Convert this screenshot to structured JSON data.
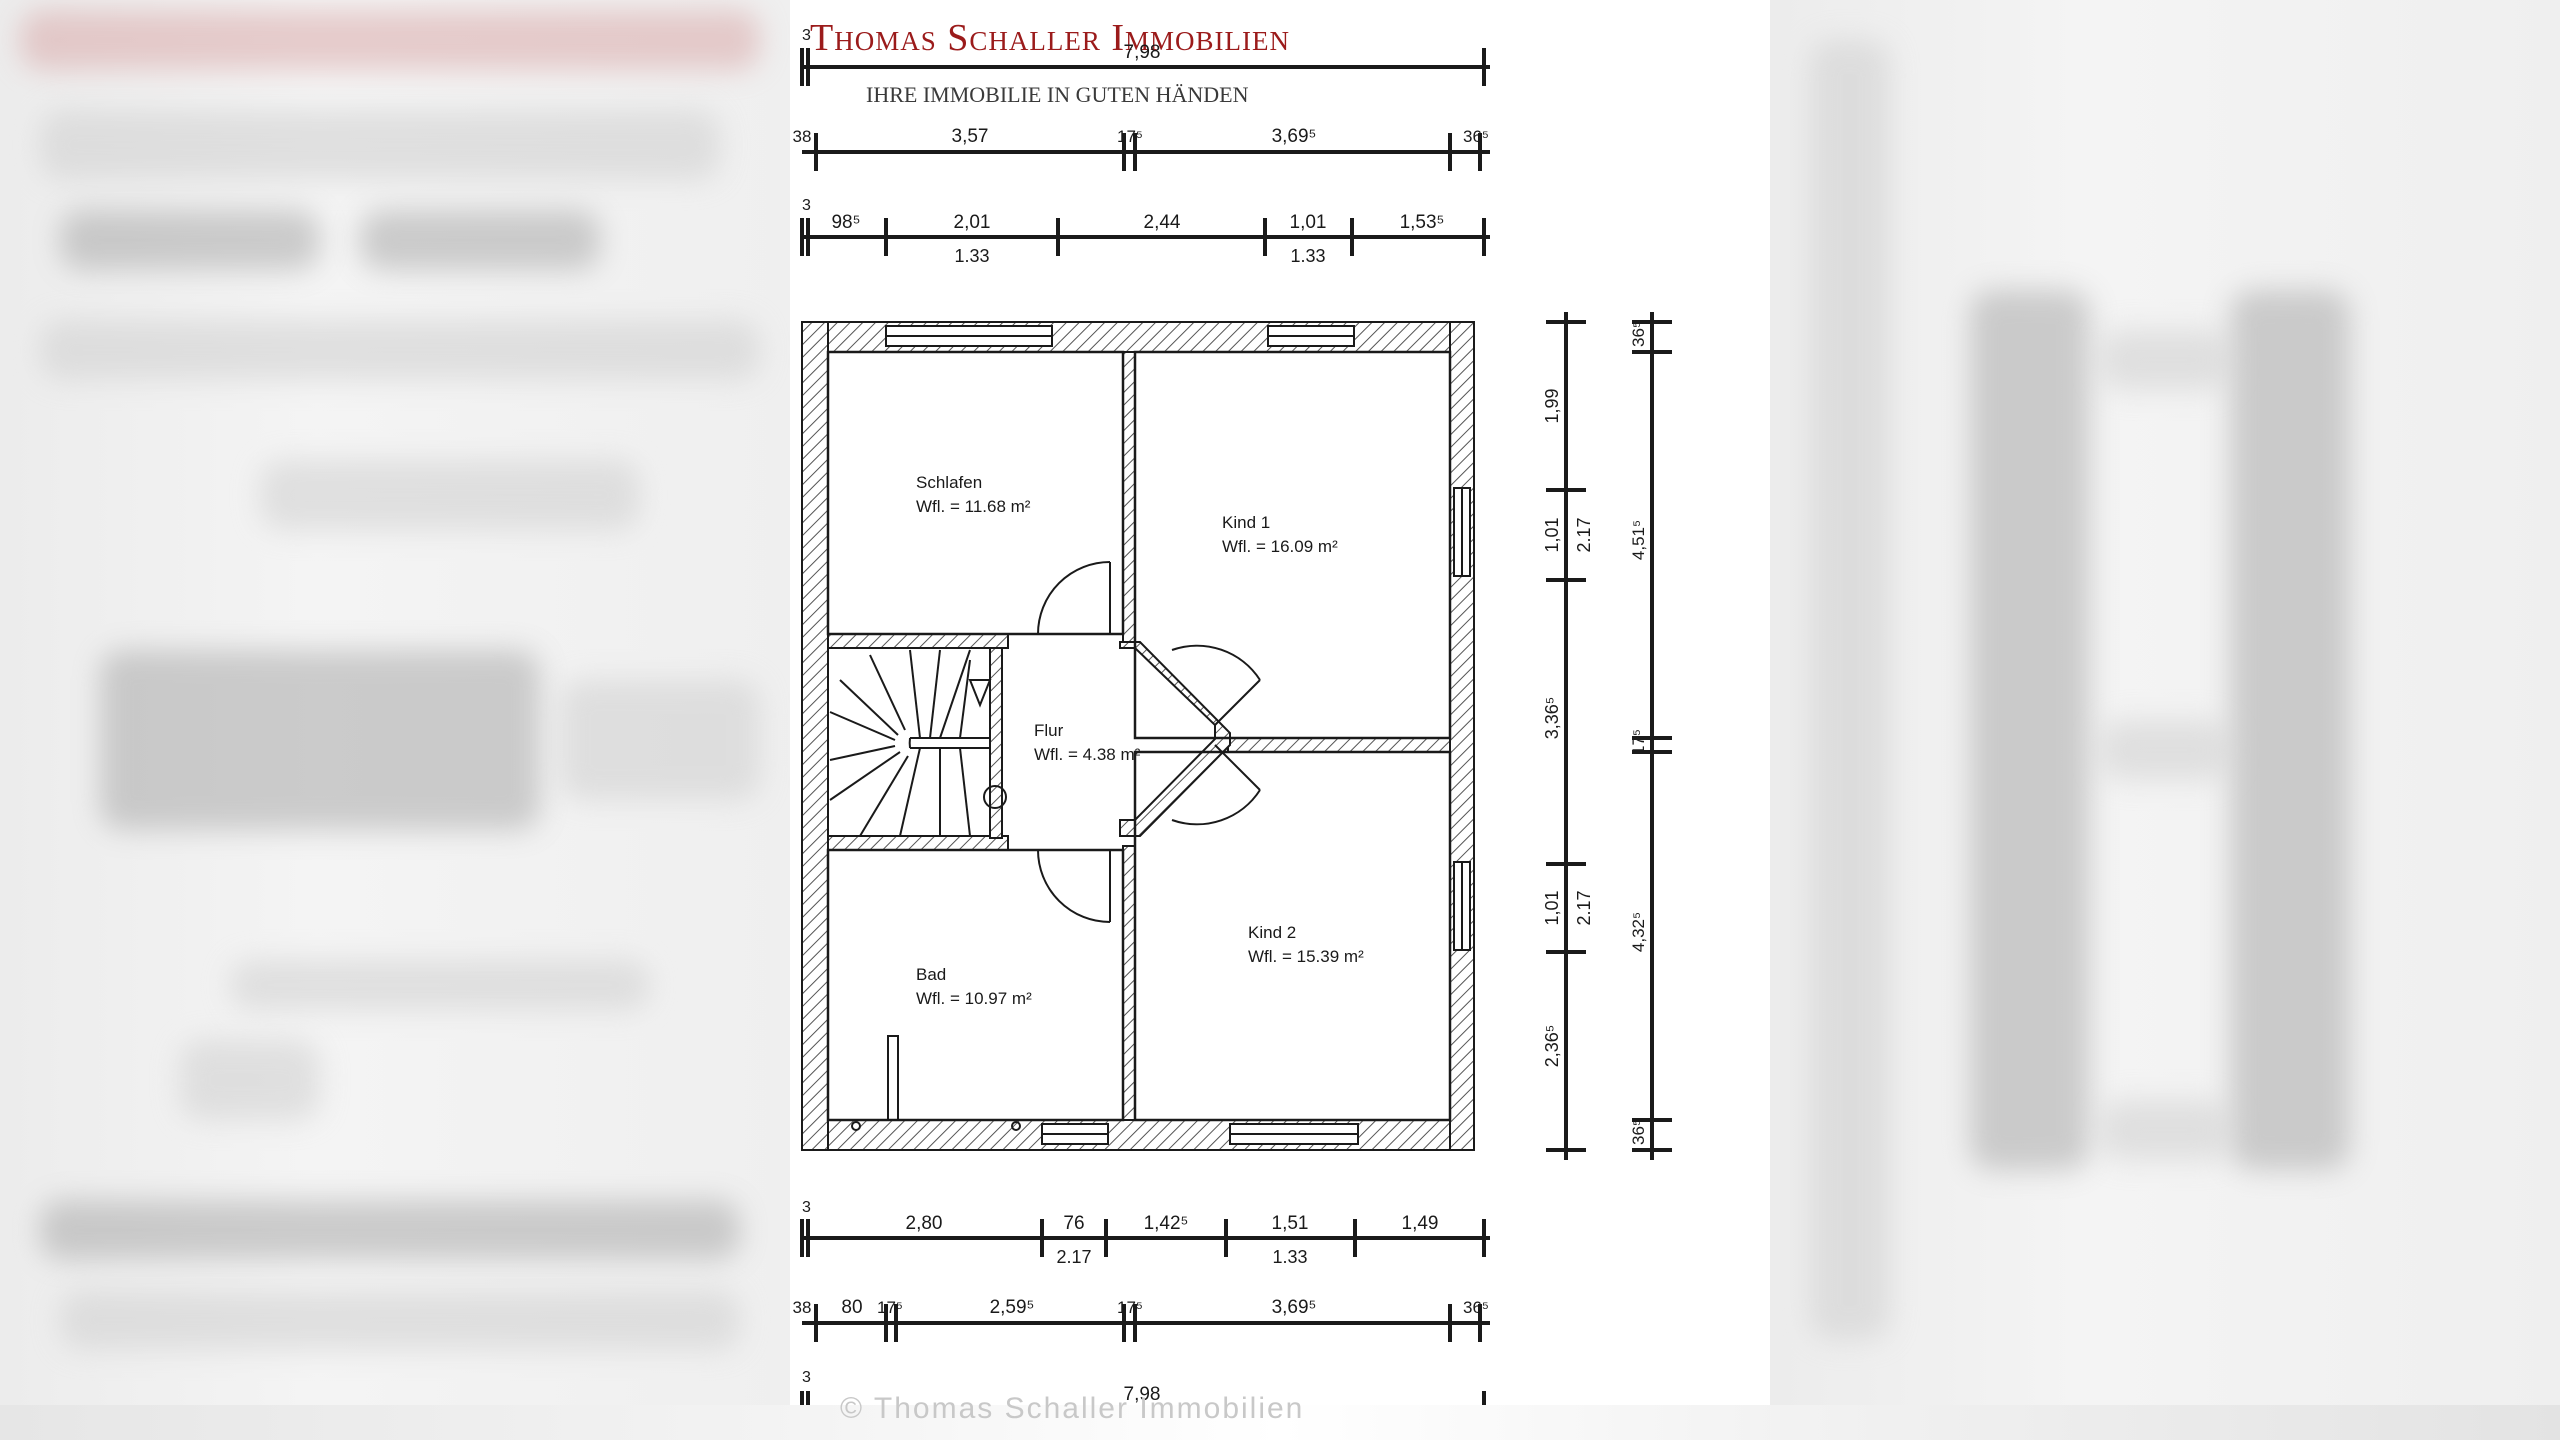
{
  "brand": {
    "name": "Thomas Schaller Immobilien",
    "tagline": "IHRE IMMOBILIE IN GUTEN HÄNDEN",
    "watermark": "© Thomas Schaller Immobilien",
    "color": "#9b1b1b"
  },
  "rooms": [
    {
      "name": "Schlafen",
      "area": "Wfl. = 11.68 m²"
    },
    {
      "name": "Kind 1",
      "area": "Wfl. = 16.09 m²"
    },
    {
      "name": "Flur",
      "area": "Wfl. = 4.38 m²"
    },
    {
      "name": "Bad",
      "area": "Wfl. = 10.97 m²"
    },
    {
      "name": "Kind 2",
      "area": "Wfl. = 15.39 m²"
    }
  ],
  "dimensions": {
    "top_total": {
      "left_tick": "3",
      "value": "7,98"
    },
    "top_row2": [
      "38",
      "3,57",
      "17⁵",
      "3,69⁵",
      "36⁵"
    ],
    "top_row3": {
      "left_tick": "3",
      "values": [
        "98⁵",
        "2,01",
        "2,44",
        "1,01",
        "1,53⁵"
      ],
      "below": [
        "1.33",
        "1.33"
      ]
    },
    "bottom_row1": {
      "left_tick": "3",
      "values": [
        "2,80",
        "76",
        "1,42⁵",
        "1,51",
        "1,49"
      ],
      "below": [
        "2.17",
        "1.33"
      ]
    },
    "bottom_row2": [
      "38",
      "80",
      "17⁵",
      "2,59⁵",
      "17⁵",
      "3,69⁵",
      "36⁵"
    ],
    "bottom_total": {
      "left_tick": "3",
      "value": "7,98"
    },
    "right_col1": [
      "1,99",
      "1,01",
      "3,36⁵",
      "1,01",
      "2,36⁵"
    ],
    "right_col1_inner": [
      "2.17",
      "2.17"
    ],
    "right_col2": [
      "36⁵",
      "4,51⁵",
      "17⁵",
      "4,32⁵",
      "36⁵"
    ]
  },
  "colors": {
    "ink": "#1a1a1a",
    "hatch": "#555555"
  }
}
